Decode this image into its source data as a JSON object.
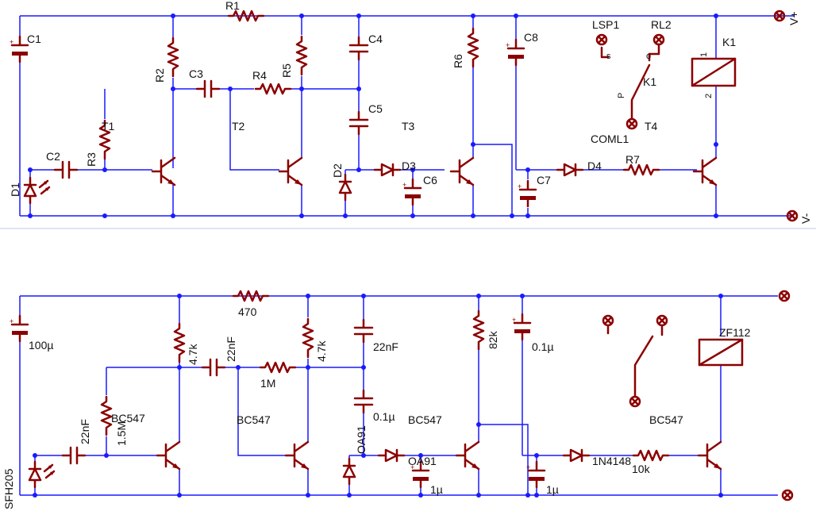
{
  "top": {
    "labels": {
      "R1": "R1",
      "R2": "R2",
      "R3": "R3",
      "R4": "R4",
      "R5": "R5",
      "R6": "R6",
      "R7": "R7",
      "C1": "C1",
      "C2": "C2",
      "C3": "C3",
      "C4": "C4",
      "C5": "C5",
      "C6": "C6",
      "C7": "C7",
      "C8": "C8",
      "T1": "T1",
      "T2": "T2",
      "T3": "T3",
      "T4": "T4",
      "D1": "D1",
      "D2": "D2",
      "D3": "D3",
      "D4": "D4",
      "K1_coil": "K1",
      "K1_switch": "K1",
      "LSP1": "LSP1",
      "RL2": "RL2",
      "COML1": "COML1",
      "Vplus": "V+",
      "Vminus": "V-",
      "pin_s": "s",
      "pin_o": "o",
      "pin_p": "P",
      "pin_1": "1",
      "pin_2": "2"
    }
  },
  "bottom": {
    "labels": {
      "r1": "470",
      "r2": "4.7k",
      "r3": "1.5M",
      "r4": "1M",
      "r5": "4.7k",
      "r6": "82k",
      "r7": "10k",
      "c1": "100µ",
      "c2": "22nF",
      "c3": "22nF",
      "c4": "22nF",
      "c5": "0.1µ",
      "c6": "1µ",
      "c7": "1µ",
      "c8": "0.1µ",
      "t1": "BC547",
      "t2": "BC547",
      "t3": "BC547",
      "t4": "BC547",
      "d1": "SFH205",
      "d2": "OA91",
      "d3": "OA91",
      "d4": "1N4148",
      "relay": "ZF112"
    }
  }
}
